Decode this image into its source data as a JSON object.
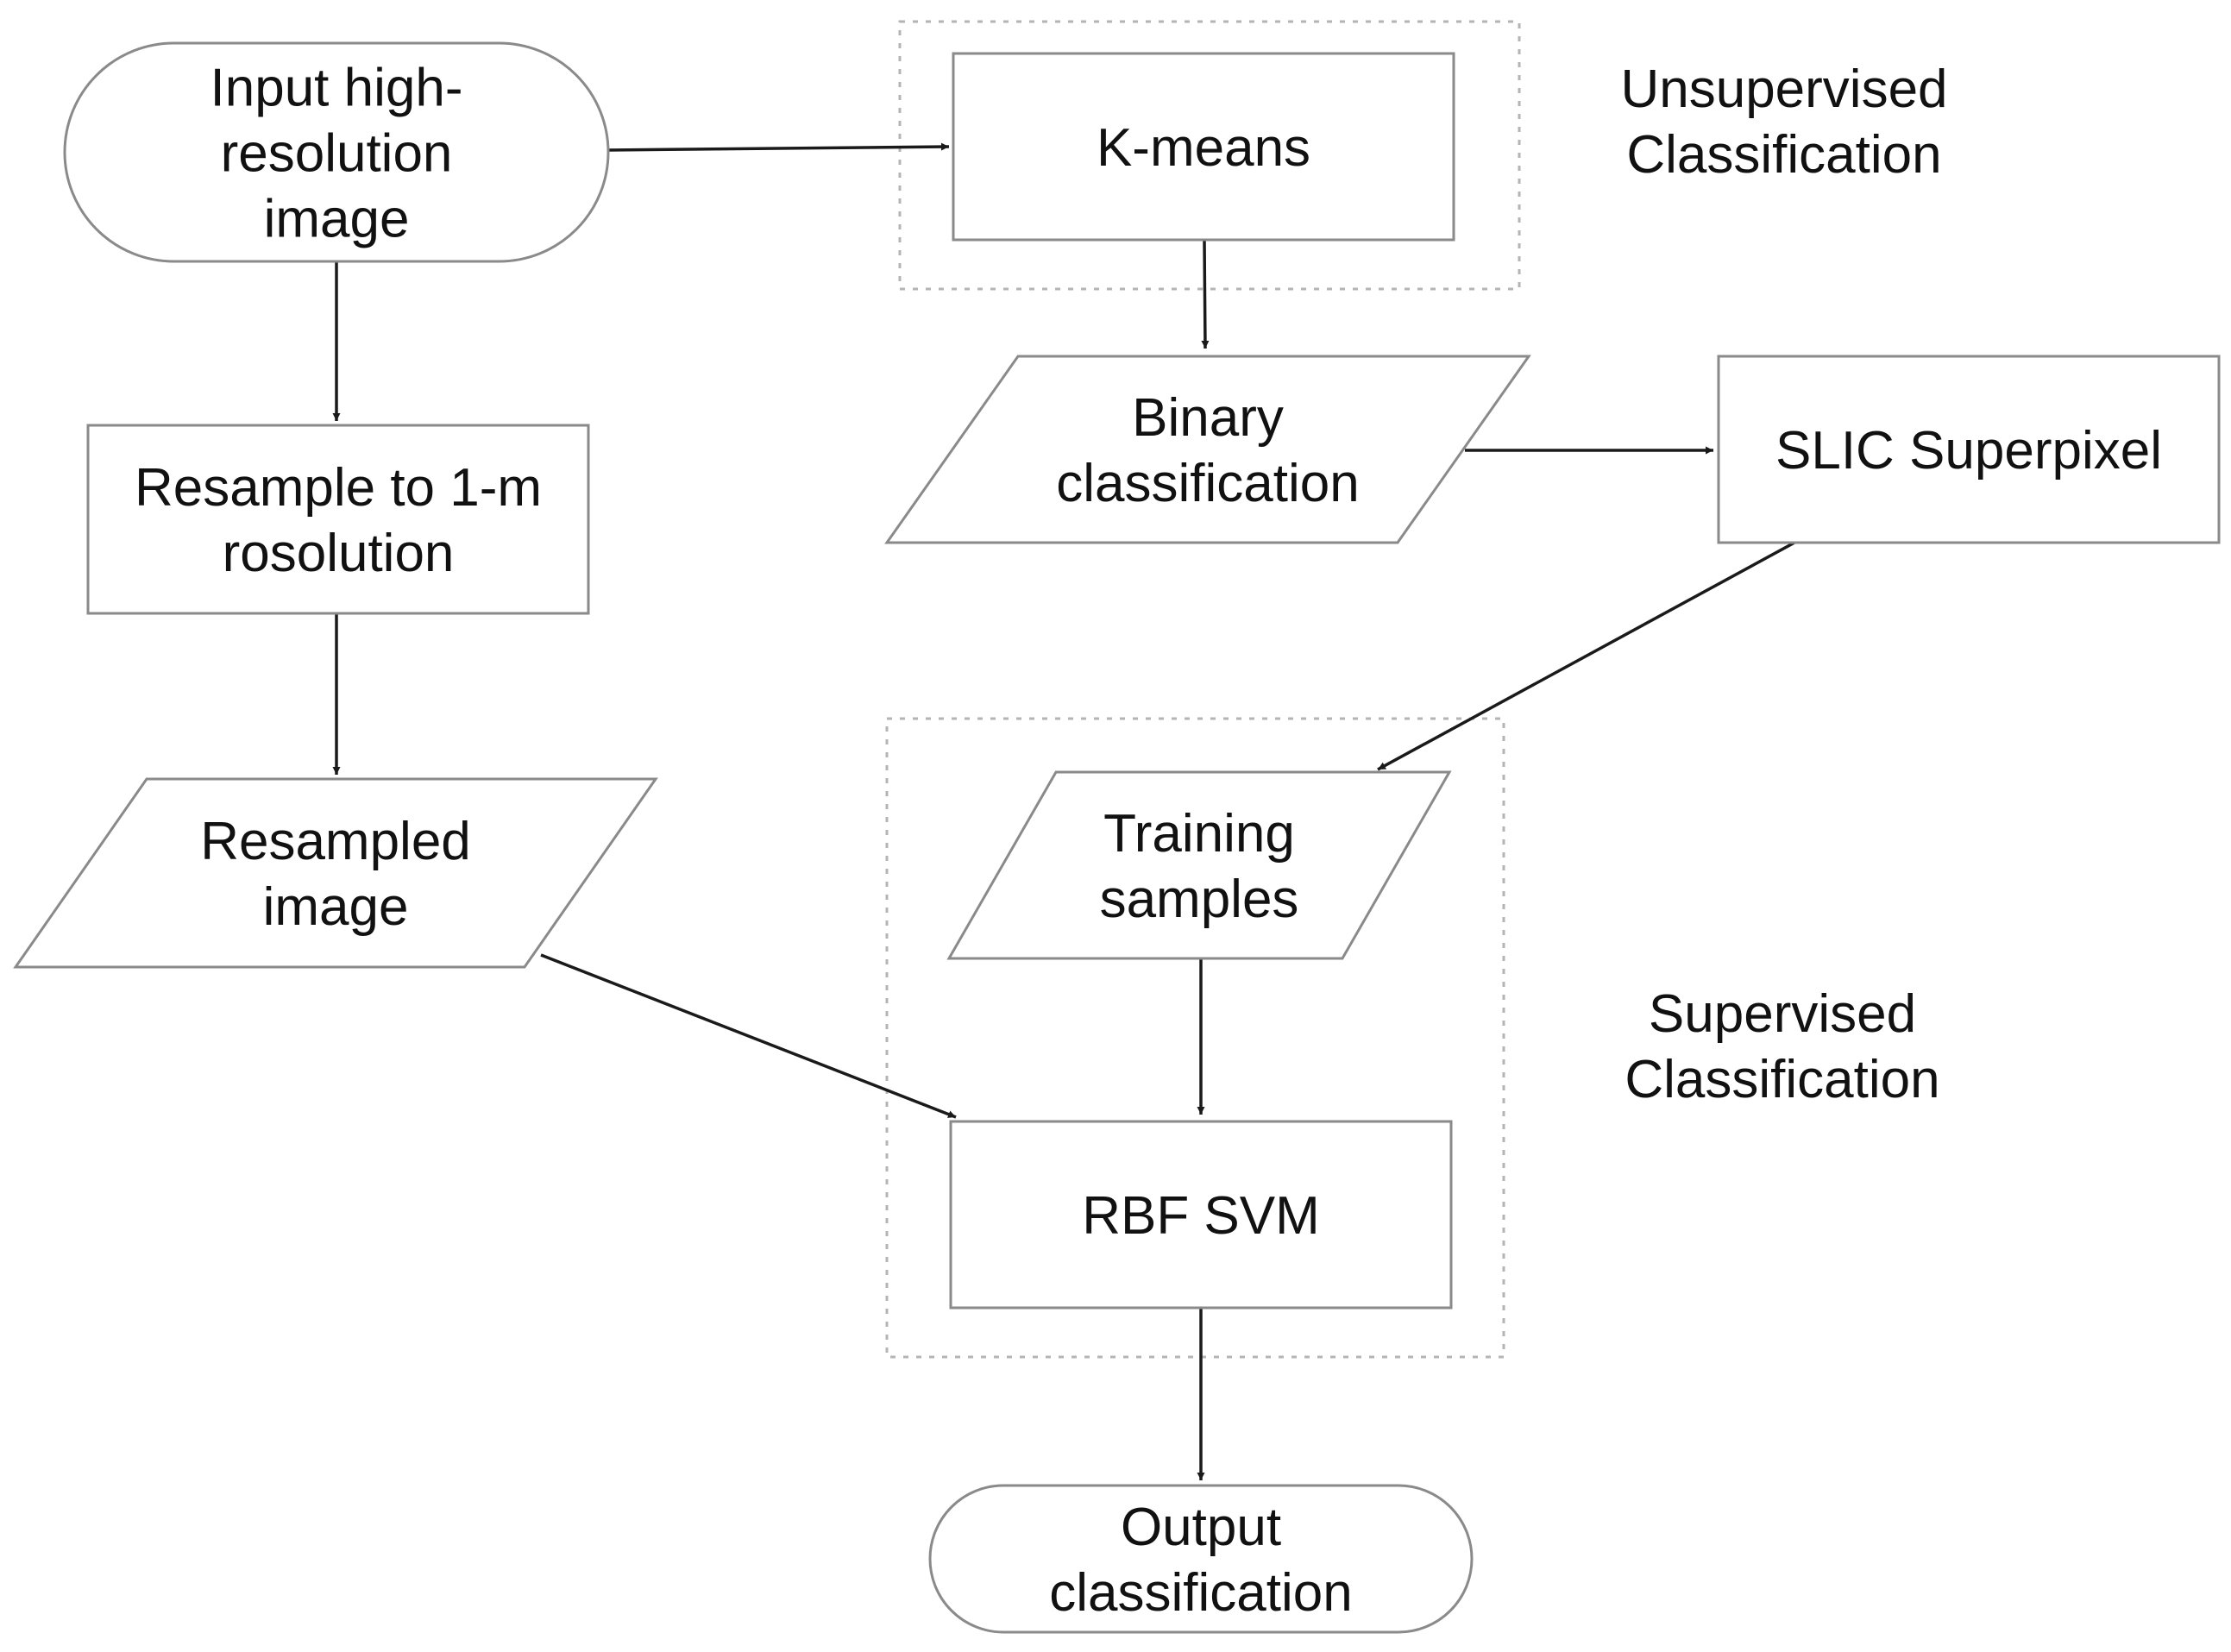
{
  "diagram": {
    "nodes": [
      {
        "id": "input",
        "shape": "terminator",
        "lines": [
          "Input high-",
          "resolution",
          "image"
        ]
      },
      {
        "id": "resample",
        "shape": "process",
        "lines": [
          "Resample to 1-m",
          "rosolution"
        ]
      },
      {
        "id": "resampled",
        "shape": "data",
        "lines": [
          "Resampled",
          "image"
        ]
      },
      {
        "id": "kmeans",
        "shape": "process",
        "lines": [
          "K-means"
        ]
      },
      {
        "id": "binary",
        "shape": "data",
        "lines": [
          "Binary",
          "classification"
        ]
      },
      {
        "id": "slic",
        "shape": "process",
        "lines": [
          "SLIC Superpixel"
        ]
      },
      {
        "id": "training",
        "shape": "data",
        "lines": [
          "Training",
          "samples"
        ]
      },
      {
        "id": "svm",
        "shape": "process",
        "lines": [
          "RBF SVM"
        ]
      },
      {
        "id": "output",
        "shape": "terminator",
        "lines": [
          "Output",
          "classification"
        ]
      }
    ],
    "groups": [
      {
        "id": "unsupervised",
        "lines": [
          "Unsupervised",
          "Classification"
        ],
        "contains": [
          "kmeans"
        ]
      },
      {
        "id": "supervised",
        "lines": [
          "Supervised",
          "Classification"
        ],
        "contains": [
          "training",
          "svm"
        ]
      }
    ],
    "edges": [
      {
        "from": "input",
        "to": "kmeans"
      },
      {
        "from": "input",
        "to": "resample"
      },
      {
        "from": "resample",
        "to": "resampled"
      },
      {
        "from": "kmeans",
        "to": "binary"
      },
      {
        "from": "binary",
        "to": "slic"
      },
      {
        "from": "slic",
        "to": "training"
      },
      {
        "from": "resampled",
        "to": "svm"
      },
      {
        "from": "training",
        "to": "svm"
      },
      {
        "from": "svm",
        "to": "output"
      }
    ]
  }
}
